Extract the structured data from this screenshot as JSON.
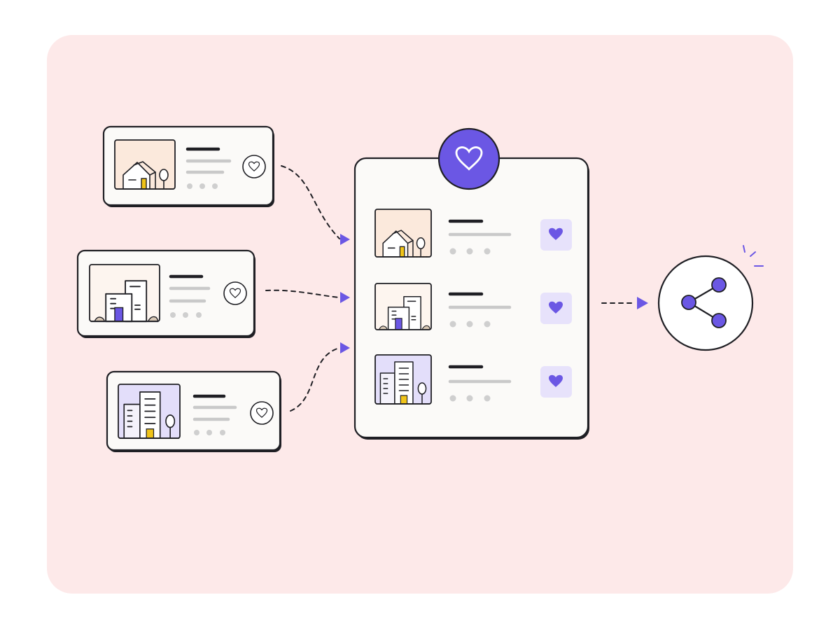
{
  "colors": {
    "background_panel": "#fde9e9",
    "card": "#fbfaf8",
    "ink": "#1f1f24",
    "accent": "#6b57e4",
    "accent_soft": "#e7e2fb",
    "placeholder_line": "#c9c9c9",
    "window_yellow": "#f0c419"
  },
  "source_cards": [
    {
      "thumbnail": "house-illustration",
      "action_icon": "heart-outline-icon",
      "favorited": false
    },
    {
      "thumbnail": "office-building-illustration",
      "action_icon": "heart-outline-icon",
      "favorited": false
    },
    {
      "thumbnail": "apartment-tower-illustration",
      "action_icon": "heart-outline-icon",
      "favorited": false
    }
  ],
  "favorites_board": {
    "badge_icon": "heart-icon",
    "items": [
      {
        "thumbnail": "house-illustration",
        "action_icon": "heart-filled-icon",
        "favorited": true
      },
      {
        "thumbnail": "office-building-illustration",
        "action_icon": "heart-filled-icon",
        "favorited": true
      },
      {
        "thumbnail": "apartment-tower-illustration",
        "action_icon": "heart-filled-icon",
        "favorited": true
      }
    ]
  },
  "share_target": {
    "icon": "share-icon"
  },
  "connectors": {
    "style": "dashed",
    "arrow_icon": "arrow-right-icon"
  }
}
